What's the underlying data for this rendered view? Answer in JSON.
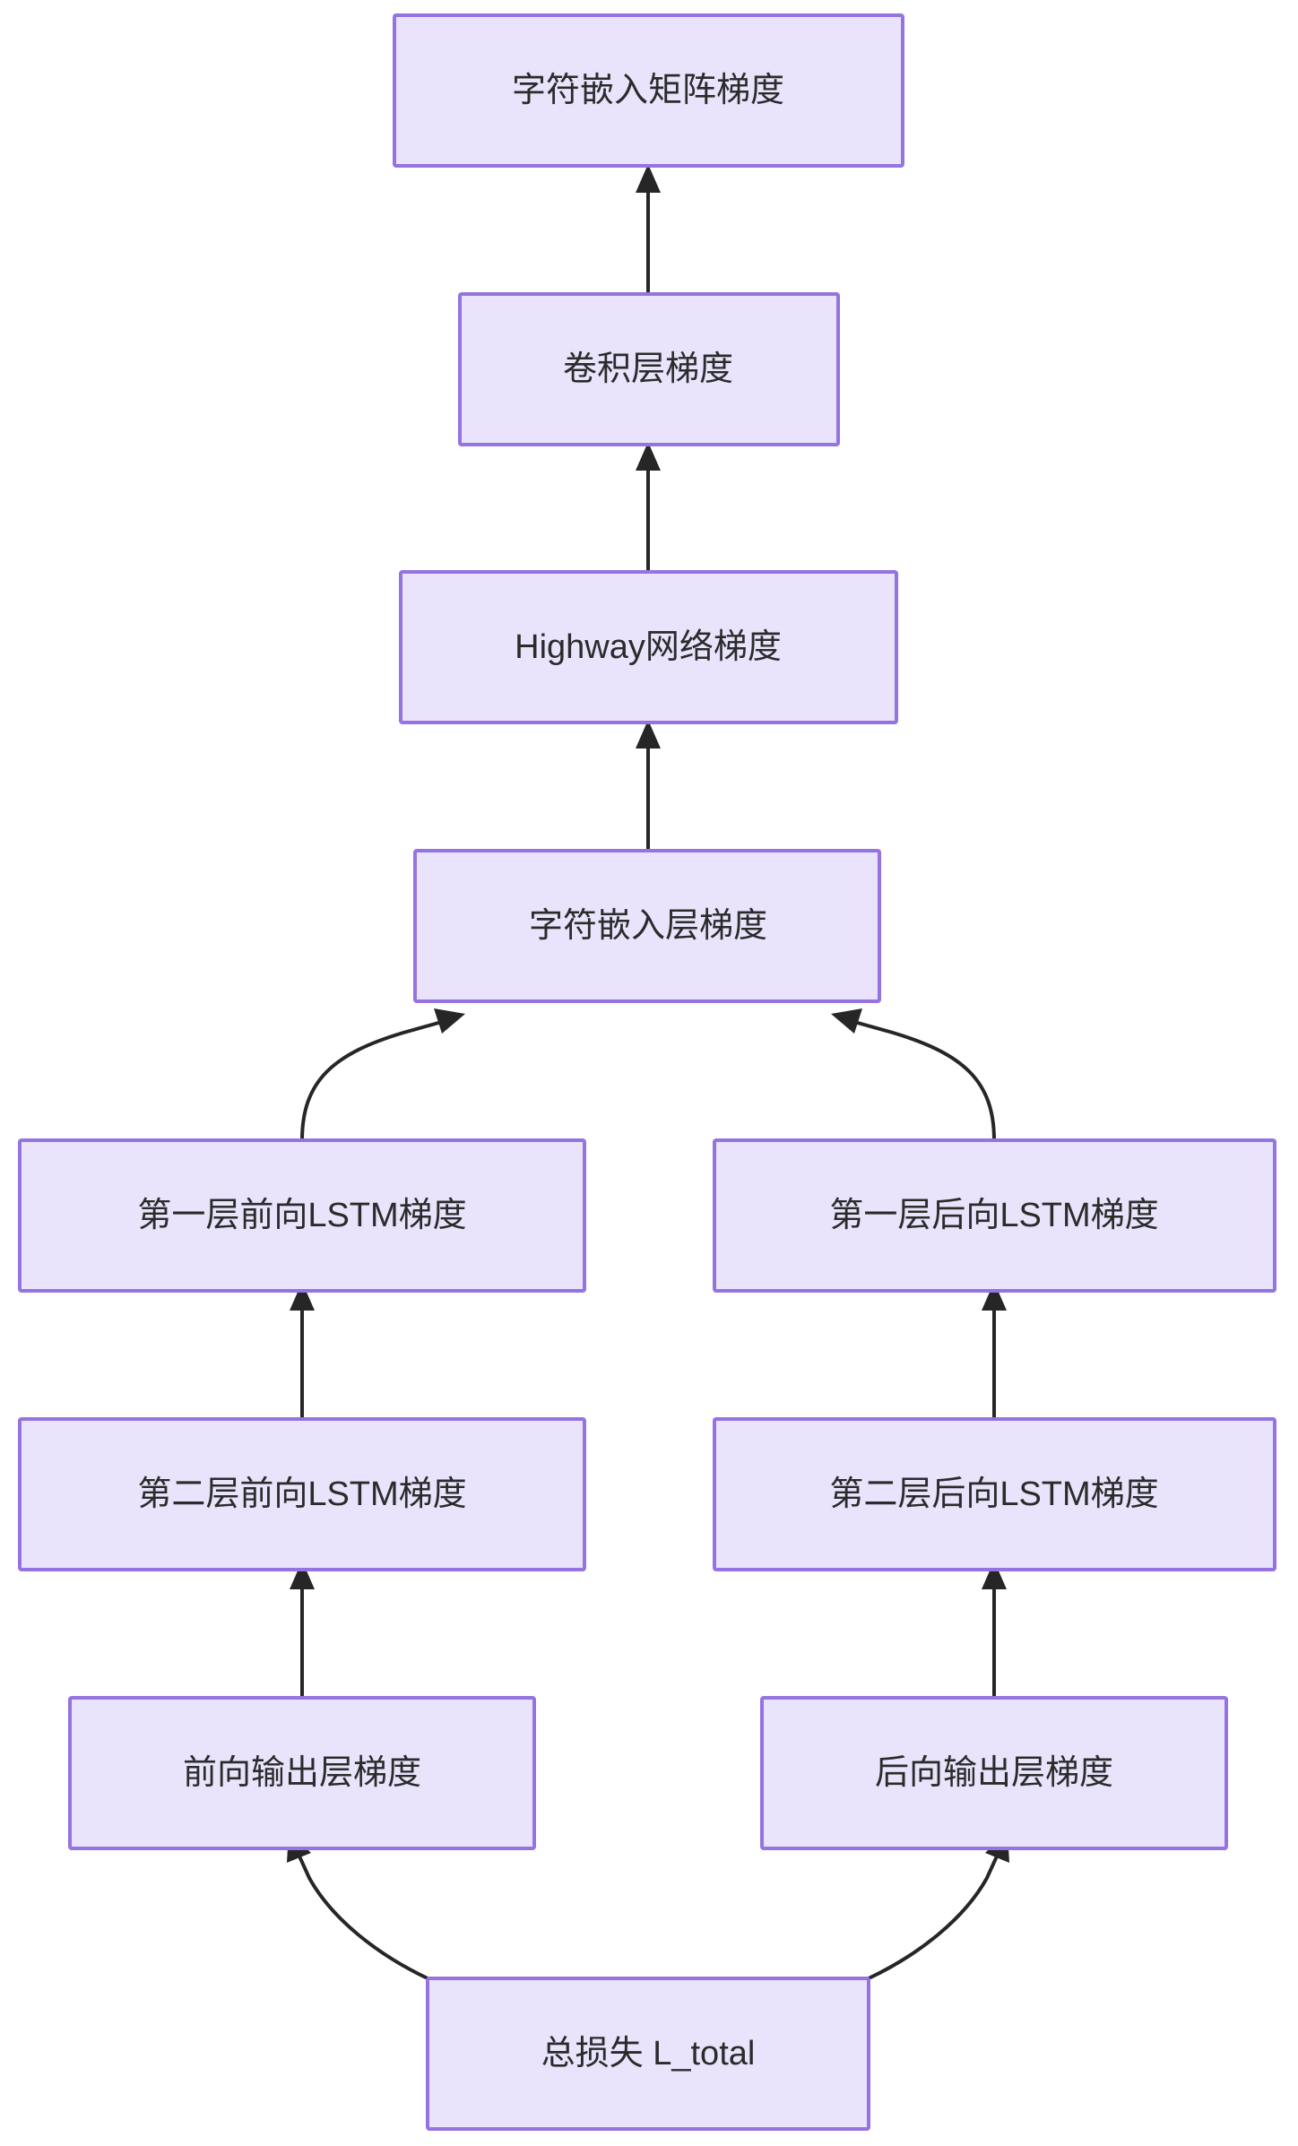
{
  "diagram": {
    "type": "flowchart",
    "direction": "bottom-to-top",
    "title": "",
    "theme": {
      "node_fill": "#e9e4fb",
      "node_border": "#9573e0",
      "node_text": "#2b2b2b",
      "edge_color": "#262626",
      "background": "#ffffff"
    },
    "nodes": [
      {
        "id": "char_embed_matrix_grad",
        "label": "字符嵌入矩阵梯度"
      },
      {
        "id": "conv_layer_grad",
        "label": "卷积层梯度"
      },
      {
        "id": "highway_net_grad",
        "label": "Highway网络梯度"
      },
      {
        "id": "char_embed_layer_grad",
        "label": "字符嵌入层梯度"
      },
      {
        "id": "l1_fwd_lstm_grad",
        "label": "第一层前向LSTM梯度"
      },
      {
        "id": "l1_bwd_lstm_grad",
        "label": "第一层后向LSTM梯度"
      },
      {
        "id": "l2_fwd_lstm_grad",
        "label": "第二层前向LSTM梯度"
      },
      {
        "id": "l2_bwd_lstm_grad",
        "label": "第二层后向LSTM梯度"
      },
      {
        "id": "fwd_output_layer_grad",
        "label": "前向输出层梯度"
      },
      {
        "id": "bwd_output_layer_grad",
        "label": "后向输出层梯度"
      },
      {
        "id": "total_loss",
        "label": "总损失 L_total"
      }
    ],
    "edges": [
      {
        "from": "conv_layer_grad",
        "to": "char_embed_matrix_grad"
      },
      {
        "from": "highway_net_grad",
        "to": "conv_layer_grad"
      },
      {
        "from": "char_embed_layer_grad",
        "to": "highway_net_grad"
      },
      {
        "from": "l1_fwd_lstm_grad",
        "to": "char_embed_layer_grad"
      },
      {
        "from": "l1_bwd_lstm_grad",
        "to": "char_embed_layer_grad"
      },
      {
        "from": "l2_fwd_lstm_grad",
        "to": "l1_fwd_lstm_grad"
      },
      {
        "from": "l2_bwd_lstm_grad",
        "to": "l1_bwd_lstm_grad"
      },
      {
        "from": "fwd_output_layer_grad",
        "to": "l2_fwd_lstm_grad"
      },
      {
        "from": "bwd_output_layer_grad",
        "to": "l2_bwd_lstm_grad"
      },
      {
        "from": "total_loss",
        "to": "fwd_output_layer_grad"
      },
      {
        "from": "total_loss",
        "to": "bwd_output_layer_grad"
      }
    ]
  }
}
